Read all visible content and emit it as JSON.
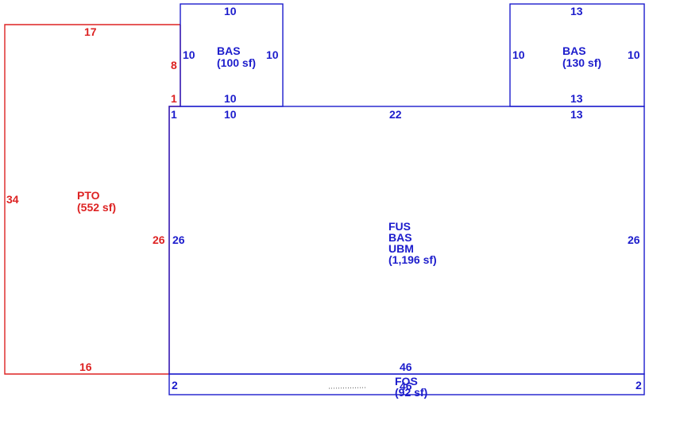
{
  "colors": {
    "blue": "#1c1ccc",
    "red": "#dd2222",
    "background": "#ffffff"
  },
  "areas": {
    "pto": {
      "code": "PTO",
      "area": "(552 sf)",
      "dims": {
        "top": "17",
        "left": "34",
        "bottom": "16",
        "right": "26",
        "step_upper": "8",
        "step_lower": "1",
        "inner_right": "1"
      }
    },
    "bas_left": {
      "code": "BAS",
      "area": "(100 sf)",
      "dims": {
        "top": "10",
        "left": "10",
        "right": "10",
        "bottom": "10",
        "below": "10"
      }
    },
    "bas_right": {
      "code": "BAS",
      "area": "(130 sf)",
      "dims": {
        "top": "13",
        "left": "10",
        "right": "10",
        "bottom": "13",
        "below": "13"
      }
    },
    "main": {
      "codes": [
        "FUS",
        "BAS",
        "UBM"
      ],
      "area": "(1,196 sf)",
      "dims": {
        "top": "22",
        "left": "26",
        "right": "26",
        "bottom": "46"
      }
    },
    "fos": {
      "code": "FOS",
      "area": "(92 sf)",
      "overlap_dim": "46",
      "dims": {
        "left": "2",
        "right": "2"
      }
    }
  }
}
